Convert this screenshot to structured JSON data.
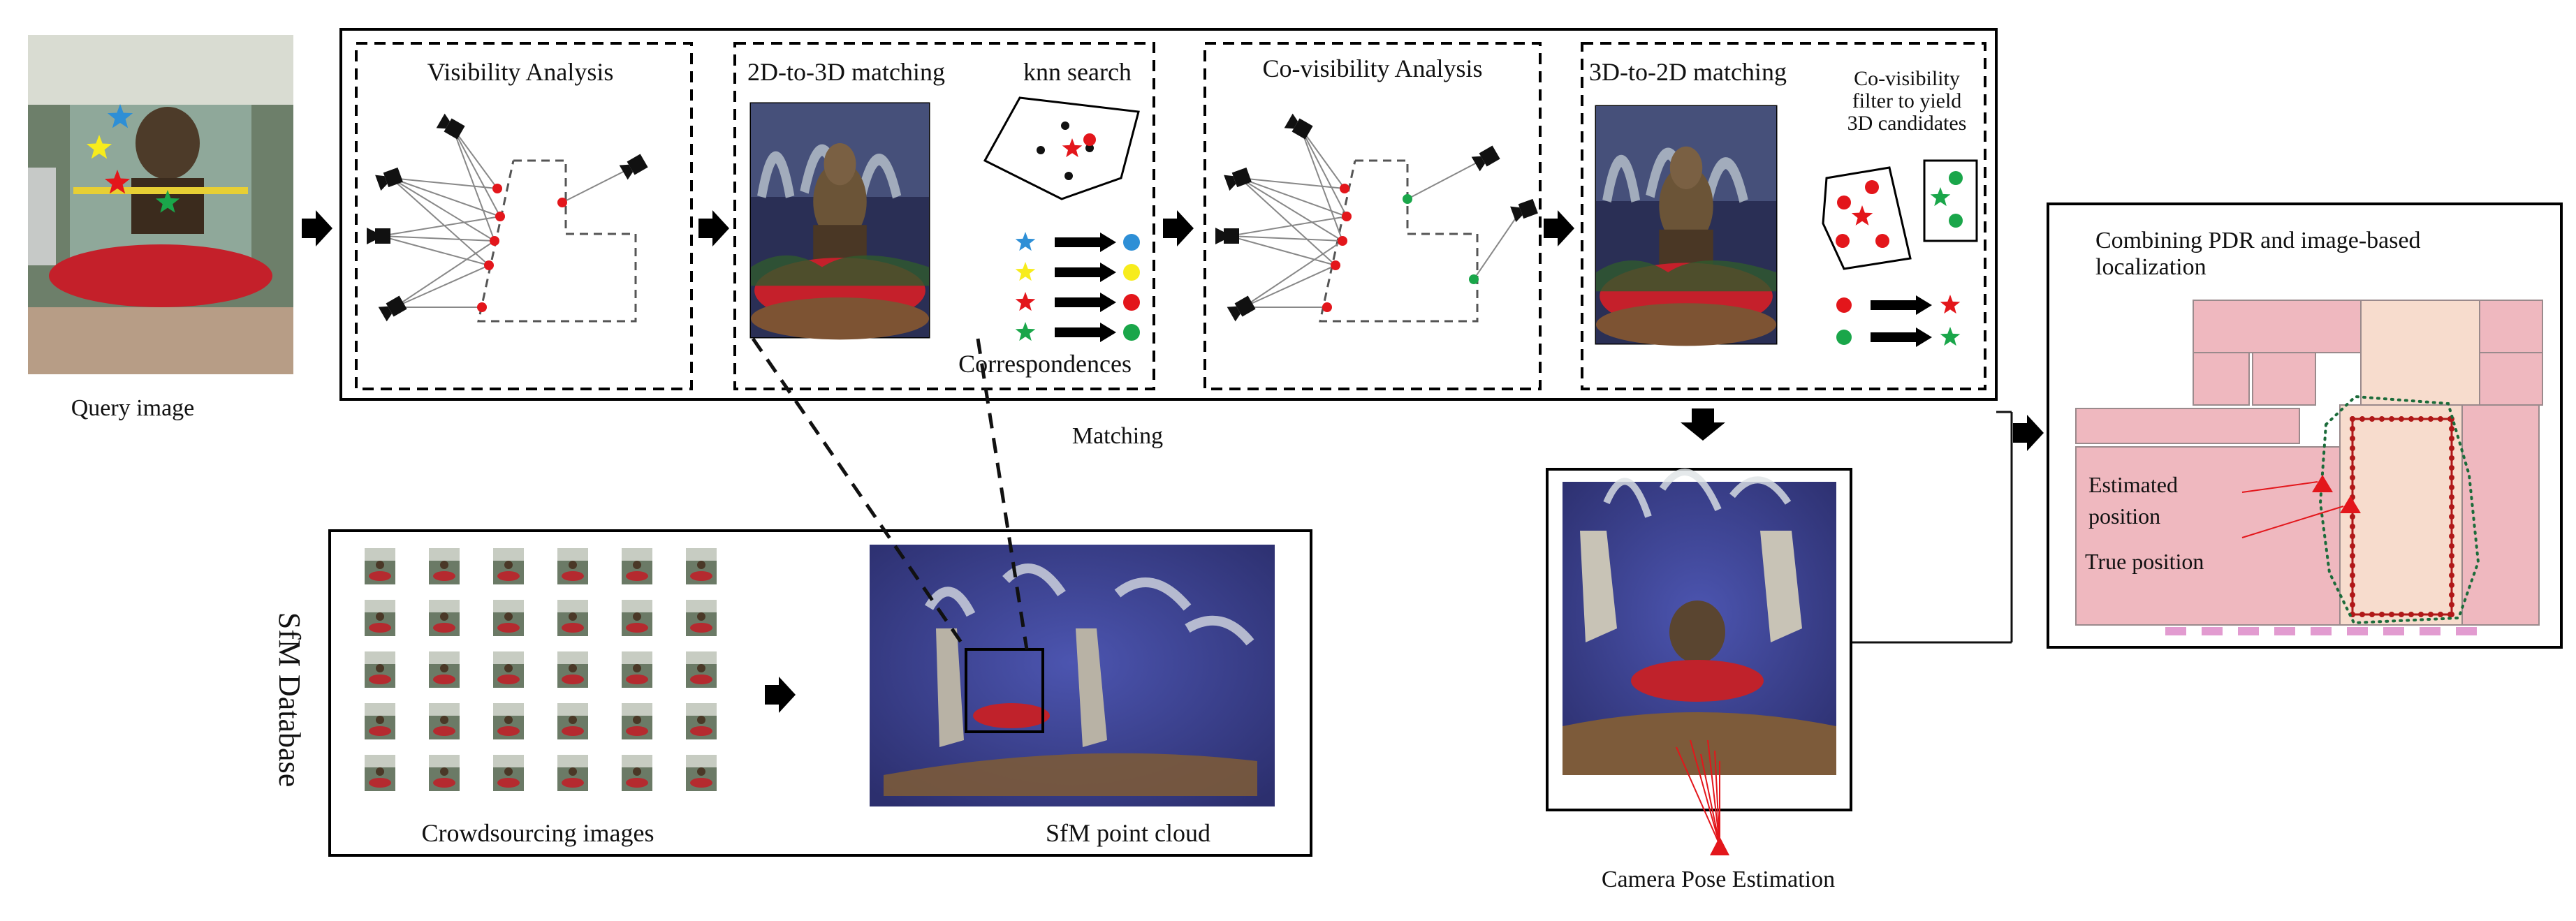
{
  "labels": {
    "query_image": "Query image",
    "visibility_analysis": "Visibility Analysis",
    "matching_2d3d": "2D-to-3D matching",
    "knn_search": "knn search",
    "correspondences": "Correspondences",
    "covisibility_analysis": "Co-visibility Analysis",
    "matching_3d2d": "3D-to-2D matching",
    "covis_filter": [
      "Co-visibility",
      "filter to yield",
      "3D candidates"
    ],
    "matching": "Matching",
    "combining": [
      "Combining PDR and image-based",
      "localization"
    ],
    "estimated_position": [
      "Estimated",
      "position"
    ],
    "true_position": "True position",
    "sfm_database": "SfM Database",
    "crowdsourcing_images": "Crowdsourcing images",
    "sfm_point_cloud": "SfM point cloud",
    "camera_pose_estimation": "Camera Pose Estimation"
  },
  "colors": {
    "star_blue": "#2e8fd6",
    "star_yellow": "#f7ec1c",
    "star_red": "#e3161b",
    "star_green": "#1aa64a",
    "pointcloud_bg": "#3a3f8c",
    "map_pink": "#efb8bf",
    "map_peach": "#f7dccd",
    "track_green": "#1b6b3a",
    "track_red": "#b01818"
  },
  "icons": [
    "camera-icon",
    "star-icon",
    "arrow-right-icon",
    "arrow-down-icon"
  ]
}
